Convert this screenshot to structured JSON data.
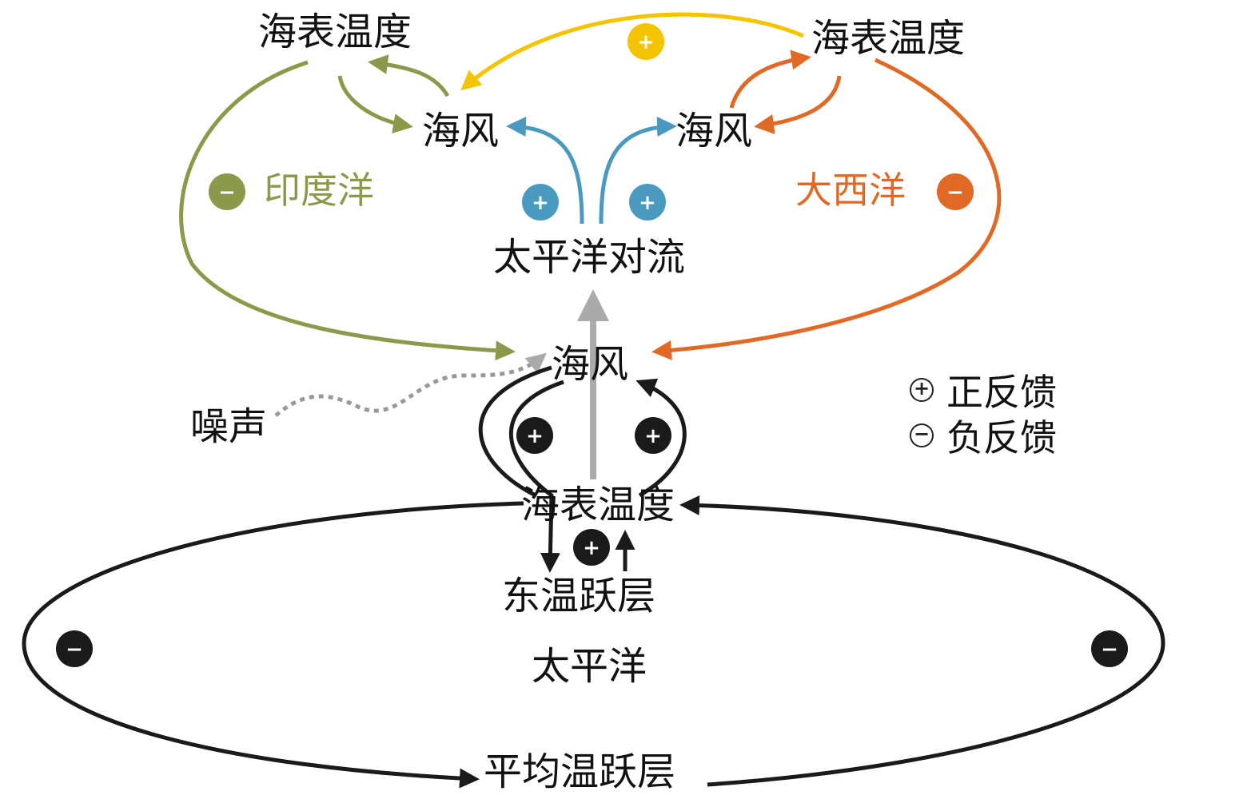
{
  "labels": {
    "sst_indian": "海表温度",
    "sst_atlantic": "海表温度",
    "wind_indian": "海风",
    "wind_atlantic": "海风",
    "indian_ocean": "印度洋",
    "atlantic_ocean": "大西洋",
    "pacific_convection": "太平洋对流",
    "wind_pacific": "海风",
    "noise": "噪声",
    "sst_pacific": "海表温度",
    "east_thermocline": "东温跃层",
    "pacific_ocean": "太平洋",
    "mean_thermocline": "平均温跃层"
  },
  "legend": {
    "positive_symbol": "+",
    "positive_label": "正反馈",
    "negative_symbol": "−",
    "negative_label": "负反馈"
  },
  "feedback_signs": {
    "positive": "+",
    "negative": "−"
  },
  "colors": {
    "indian": "#8a9a4a",
    "atlantic": "#e06a25",
    "interbasin": "#f5c400",
    "convection": "#4a9ac0",
    "pacific": "#1a1a1a",
    "noise": "#999999",
    "gray_arrow": "#aaaaaa"
  }
}
